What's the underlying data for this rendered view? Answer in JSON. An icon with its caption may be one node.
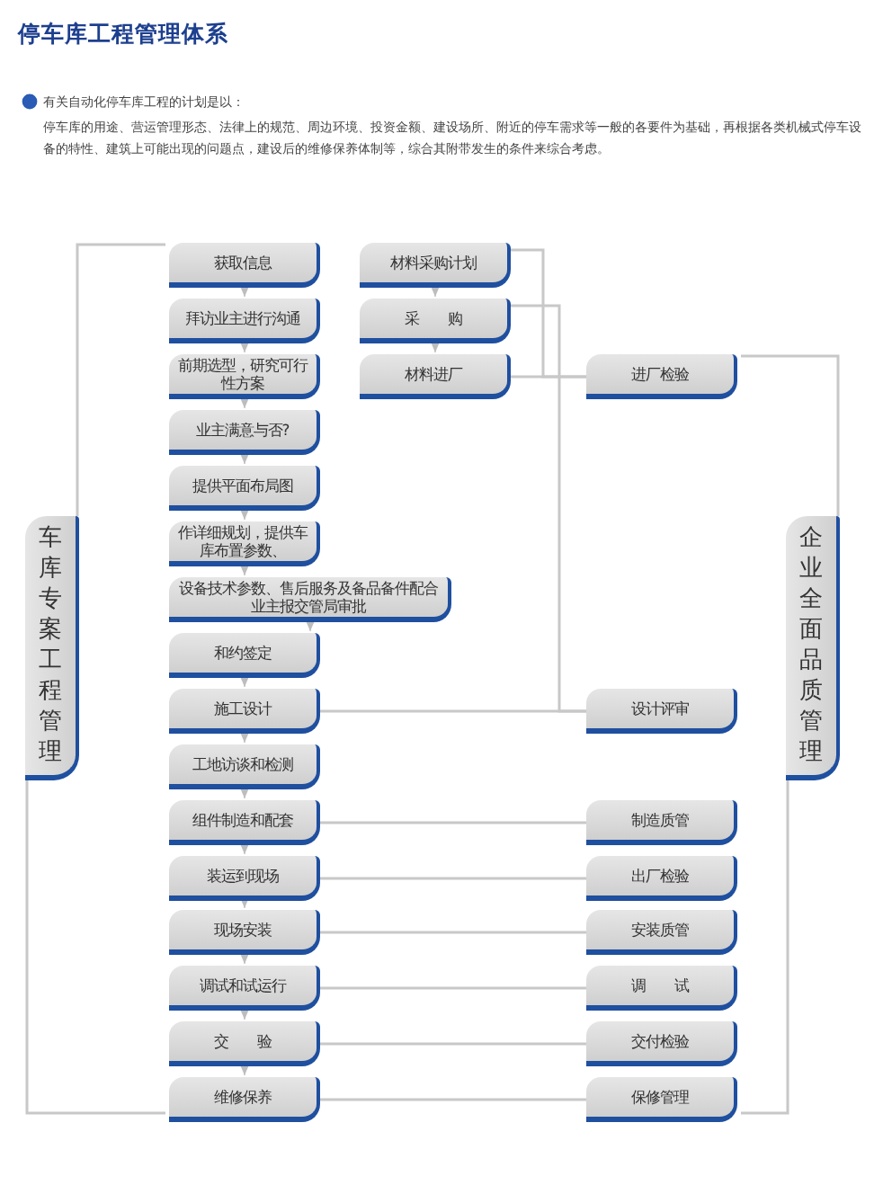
{
  "diagram": {
    "title": "停车库工程管理体系",
    "nodes": [
      {
        "text": [
          "车库专案工程管理"
        ]
      },
      {
        "text": [
          "获取信息"
        ]
      },
      {
        "text": [
          "拜访业主进行沟通"
        ]
      },
      {
        "text": [
          "前期选型，研究可行性方案"
        ]
      },
      {
        "text": [
          "业主满意与否?"
        ]
      },
      {
        "text": [
          "提供平面布局图"
        ]
      },
      {
        "text": [
          "作详细规划，提供车库布置参数、"
        ]
      },
      {
        "text": [
          "设备技术参数、售后服务及备品备件配合业主报交管局审批"
        ]
      },
      {
        "text": [
          "和约签定"
        ]
      },
      {
        "text": [
          "施工设计"
        ]
      },
      {
        "text": [
          "工地访谈和检测"
        ]
      },
      {
        "text": [
          "组件制造和配套"
        ]
      },
      {
        "text": [
          "装运到现场"
        ]
      },
      {
        "text": [
          "现场安装"
        ]
      },
      {
        "text": [
          "调试和试运行"
        ]
      },
      {
        "text": [
          "交　　验"
        ]
      },
      {
        "text": [
          "维修保养"
        ]
      },
      {
        "text": [
          "材料采购计划"
        ]
      },
      {
        "text": [
          "采　　购"
        ]
      },
      {
        "text": [
          "材料进厂"
        ]
      },
      {
        "text": [
          "进厂检验"
        ]
      },
      {
        "text": [
          "设计评审"
        ]
      },
      {
        "text": [
          "制造质管"
        ]
      },
      {
        "text": [
          "出厂检验"
        ]
      },
      {
        "text": [
          "安装质管"
        ]
      },
      {
        "text": [
          "调　　试"
        ]
      },
      {
        "text": [
          "交付检验"
        ]
      },
      {
        "text": [
          "保修管理"
        ]
      },
      {
        "text": [
          "企业全面品质管理"
        ]
      }
    ],
    "edges": [
      {
        "from": 1,
        "to": 2,
        "arrow": "to"
      },
      {
        "from": 2,
        "to": 3,
        "arrow": "to"
      },
      {
        "from": 3,
        "to": 4,
        "arrow": "to"
      },
      {
        "from": 4,
        "to": 5,
        "arrow": "to"
      },
      {
        "from": 5,
        "to": 6,
        "arrow": "to"
      },
      {
        "from": 6,
        "to": 7,
        "arrow": "to"
      },
      {
        "from": 7,
        "to": 8,
        "arrow": "to"
      },
      {
        "from": 8,
        "to": 9,
        "arrow": "to"
      },
      {
        "from": 9,
        "to": 10,
        "arrow": "to"
      },
      {
        "from": 10,
        "to": 11,
        "arrow": "to"
      },
      {
        "from": 11,
        "to": 12,
        "arrow": "to"
      },
      {
        "from": 12,
        "to": 13,
        "arrow": "to"
      },
      {
        "from": 13,
        "to": 14,
        "arrow": "to"
      },
      {
        "from": 14,
        "to": 15,
        "arrow": "to"
      },
      {
        "from": 15,
        "to": 16,
        "arrow": "to"
      },
      {
        "from": 17,
        "to": 18,
        "arrow": "to"
      },
      {
        "from": 18,
        "to": 19,
        "arrow": "to"
      },
      {
        "from": 17,
        "to": 20,
        "arrow": "none"
      },
      {
        "from": 19,
        "to": 20,
        "arrow": "none"
      },
      {
        "from": 18,
        "to": 21,
        "arrow": "none"
      },
      {
        "from": 9,
        "to": 21,
        "arrow": "none"
      },
      {
        "from": 11,
        "to": 22,
        "arrow": "none"
      },
      {
        "from": 12,
        "to": 23,
        "arrow": "none"
      },
      {
        "from": 13,
        "to": 24,
        "arrow": "none"
      },
      {
        "from": 14,
        "to": 25,
        "arrow": "none"
      },
      {
        "from": 15,
        "to": 26,
        "arrow": "none"
      },
      {
        "from": 16,
        "to": 27,
        "arrow": "none"
      }
    ],
    "labels": [
      "有关自动化停车库工程的计划是以：",
      "停车库的用途、营运管理形态、法律上的规范、周边环境、投资金额、建设场所、附近的停车需求等一般的各要件为基础，再根据各类机械式停车设备的特性、建筑上可能出现的问题点，建设后的维修保养体制等，综合其附带发生的条件来综合考虑。"
    ]
  }
}
